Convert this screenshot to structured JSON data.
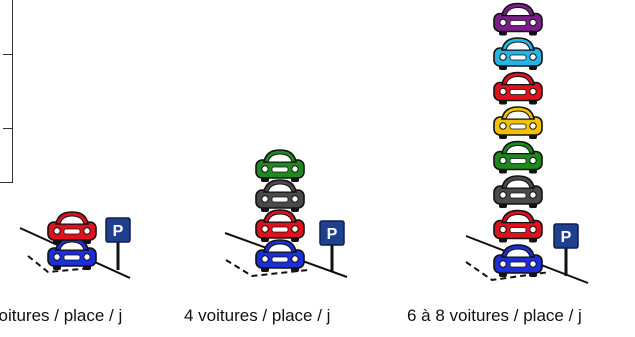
{
  "captions": [
    "voitures / place / j",
    "4 voitures / place / j",
    "6 à 8 voitures / place / j"
  ],
  "parking_sign": {
    "letter": "P",
    "color": "#1f3f8f"
  },
  "stacks": [
    {
      "count": 2,
      "cars": [
        "blue",
        "red"
      ]
    },
    {
      "count": 4,
      "cars": [
        "blue",
        "red",
        "dark-grey",
        "green"
      ]
    },
    {
      "count": 8,
      "cars": [
        "blue",
        "red",
        "dark-grey",
        "green",
        "yellow",
        "red",
        "light-blue",
        "purple"
      ]
    }
  ],
  "colors": {
    "blue": "#1a2fd8",
    "red": "#e0101c",
    "dark-grey": "#4a4a4a",
    "green": "#1e8a1e",
    "yellow": "#f2c200",
    "light-blue": "#26b4e6",
    "purple": "#7d1d8c"
  }
}
